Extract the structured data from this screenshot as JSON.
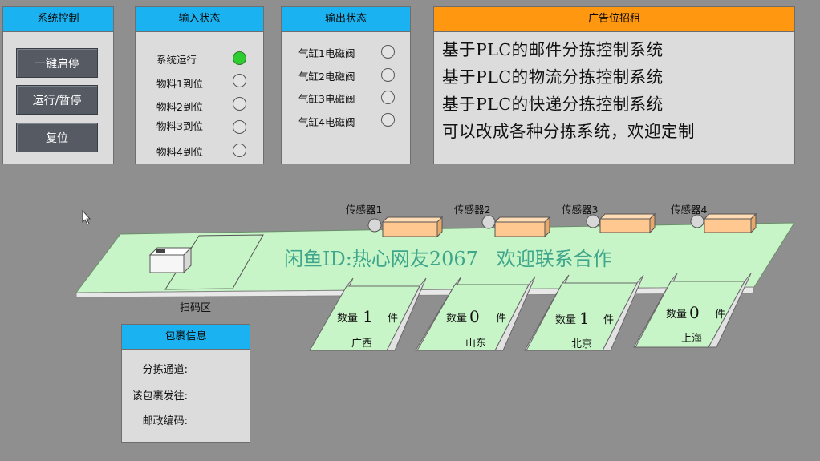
{
  "system_control": {
    "title": "系统控制",
    "buttons": [
      "一键启停",
      "运行/暂停",
      "复位"
    ]
  },
  "input_status": {
    "title": "输入状态",
    "items": [
      {
        "label": "系统运行",
        "on": true
      },
      {
        "label": "物料1到位",
        "on": false
      },
      {
        "label": "物料2到位",
        "on": false
      },
      {
        "label": "物料3到位",
        "on": false
      },
      {
        "label": "物料4到位",
        "on": false
      }
    ]
  },
  "output_status": {
    "title": "输出状态",
    "items": [
      {
        "label": "气缸1电磁阀",
        "on": false
      },
      {
        "label": "气缸2电磁阀",
        "on": false
      },
      {
        "label": "气缸3电磁阀",
        "on": false
      },
      {
        "label": "气缸4电磁阀",
        "on": false
      }
    ]
  },
  "ad": {
    "title": "广告位招租",
    "lines": [
      "基于PLC的邮件分拣控制系统",
      "基于PLC的物流分拣控制系统",
      "基于PLC的快递分拣控制系统",
      "可以改成各种分拣系统，欢迎定制"
    ]
  },
  "conveyor": {
    "banner": "闲鱼ID:热心网友2067   欢迎联系合作",
    "scan_zone_label": "扫码区",
    "sensors": [
      "传感器1",
      "传感器2",
      "传感器3",
      "传感器4"
    ],
    "trays": [
      {
        "count_label": "数量",
        "count": "1",
        "unit": "件",
        "destination": "广西"
      },
      {
        "count_label": "数量",
        "count": "0",
        "unit": "件",
        "destination": "山东"
      },
      {
        "count_label": "数量",
        "count": "1",
        "unit": "件",
        "destination": "北京"
      },
      {
        "count_label": "数量",
        "count": "0",
        "unit": "件",
        "destination": "上海"
      }
    ]
  },
  "parcel_info": {
    "title": "包裹信息",
    "rows": [
      "分拣通道:",
      "该包裹发往:",
      "邮政编码:"
    ]
  },
  "colors": {
    "panel_header": "#1ab2f0",
    "ad_header": "#ff9810",
    "belt": "#c8f5c8",
    "cylinder": "#ffc890",
    "lamp_on": "#2fcc2f"
  }
}
